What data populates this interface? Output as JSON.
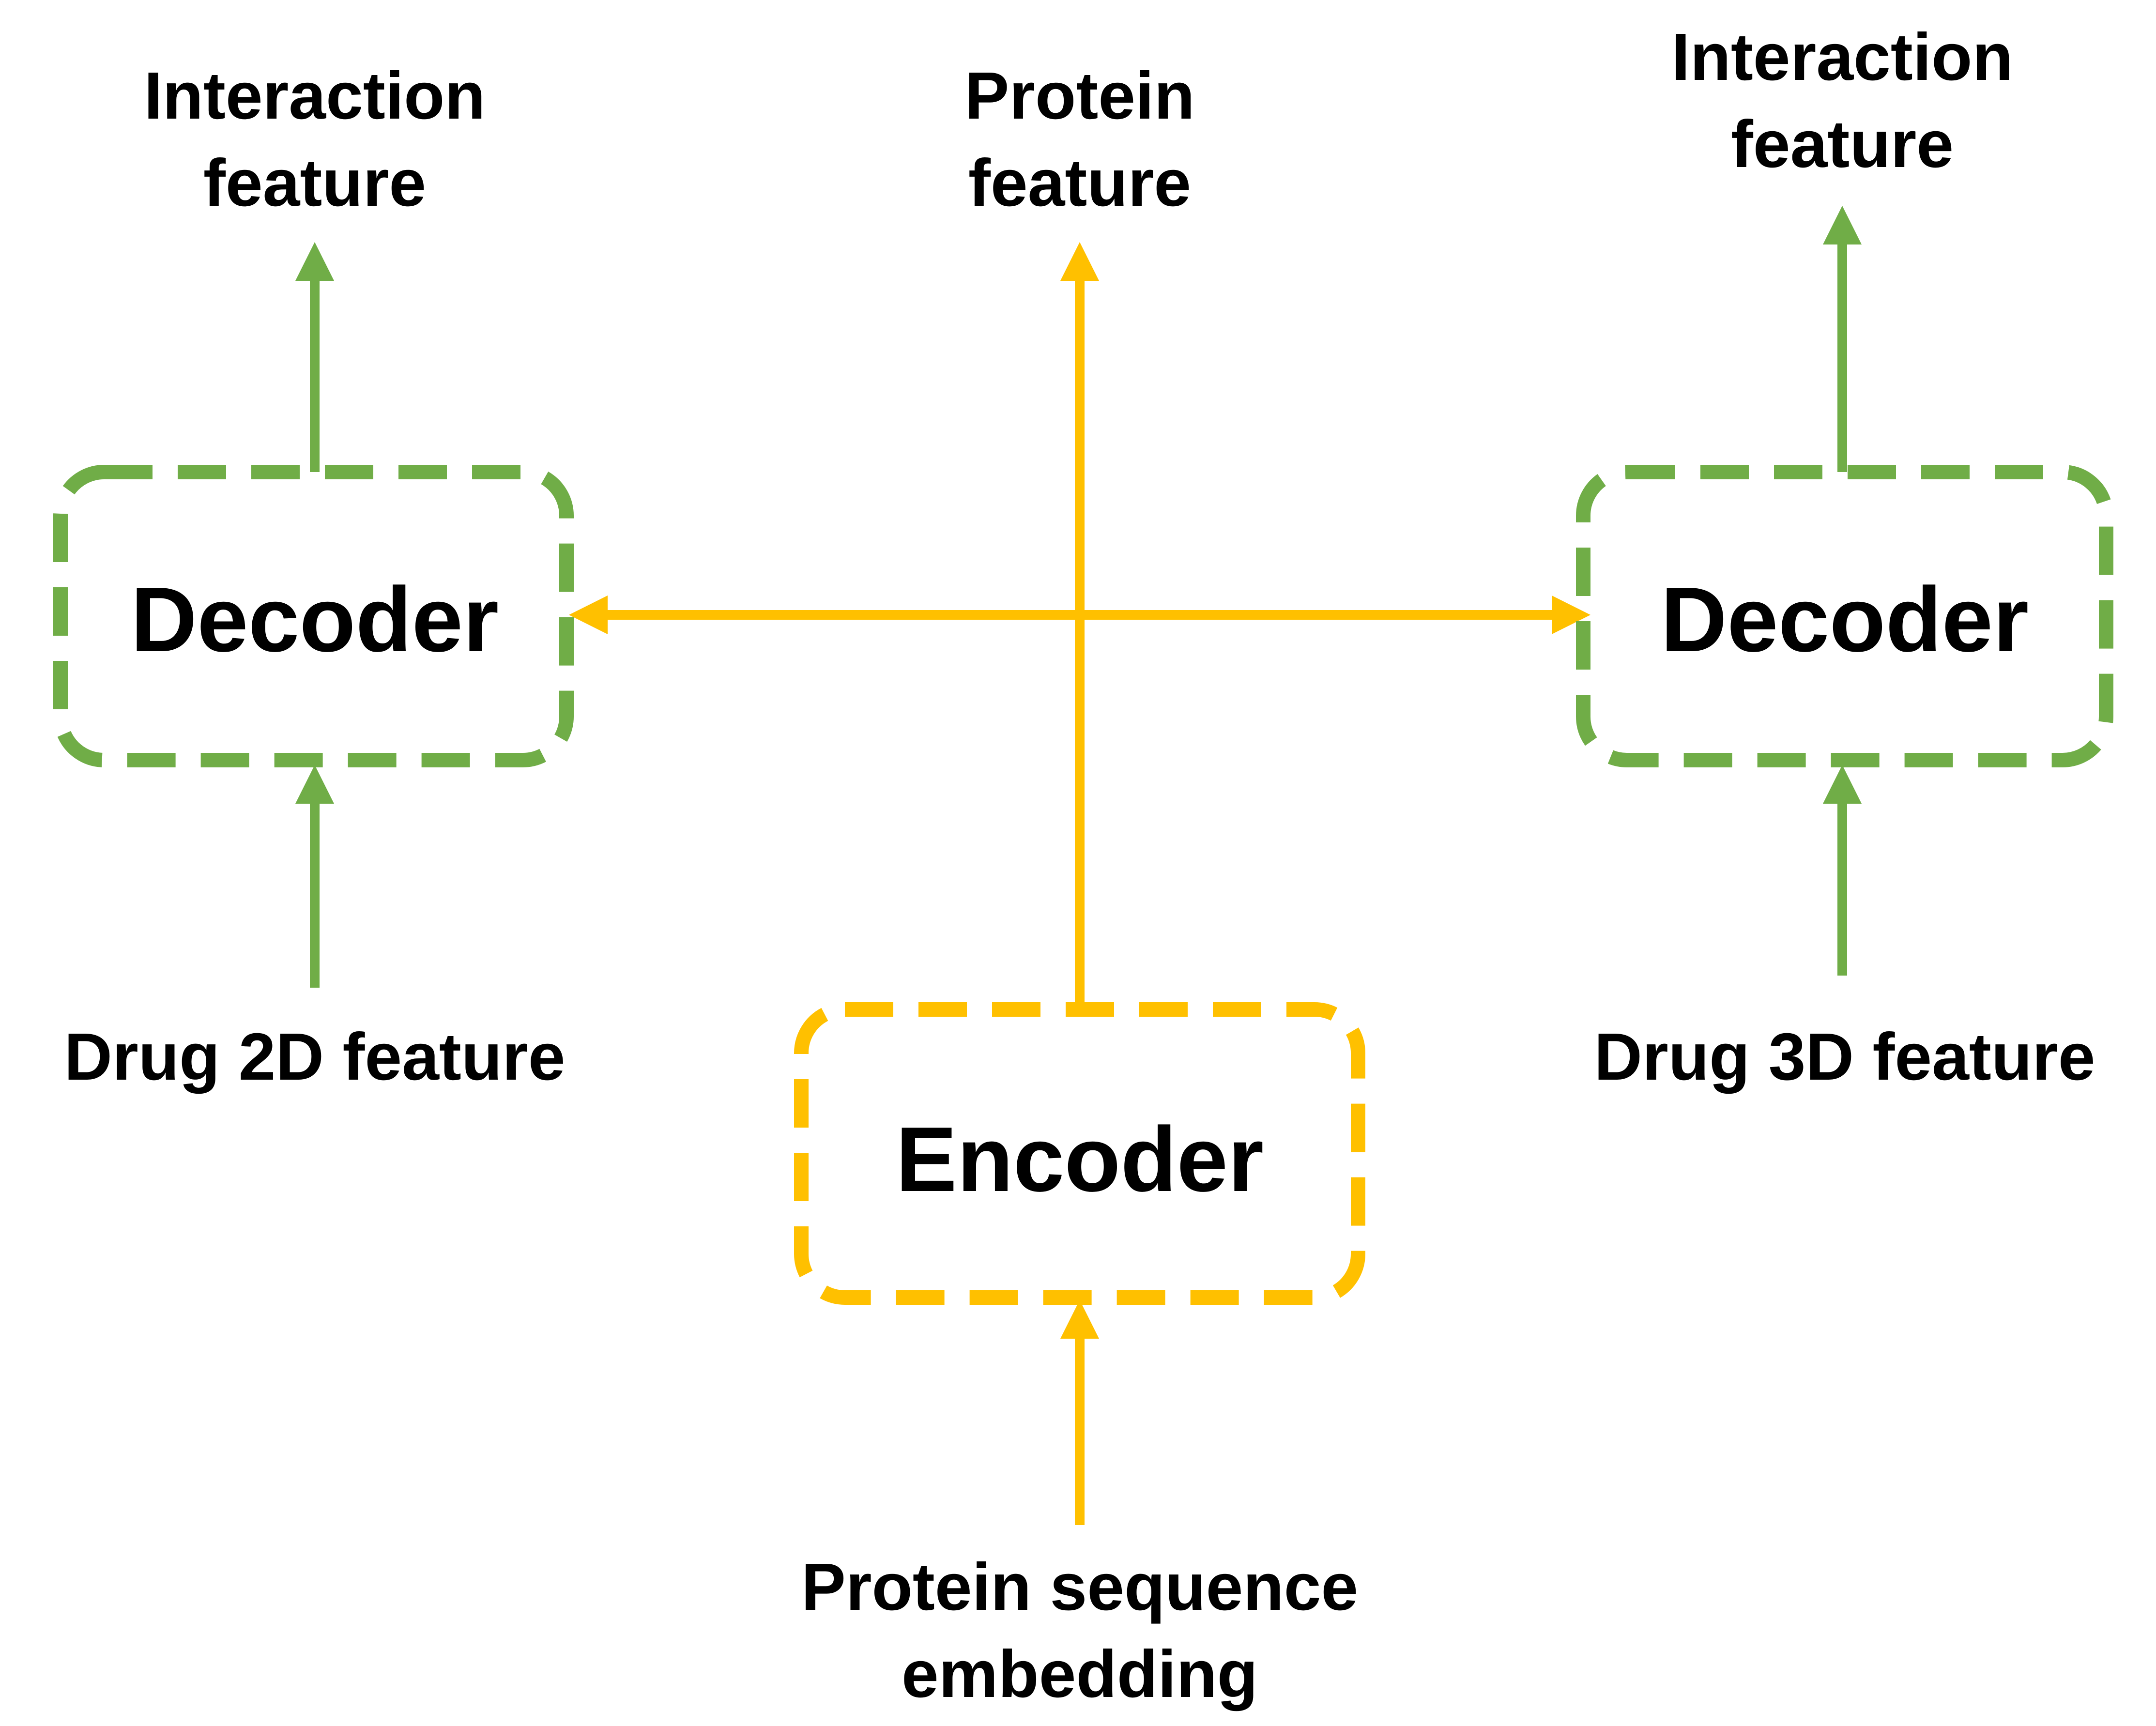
{
  "colors": {
    "decoder": "#70AD47",
    "encoder": "#FFC000",
    "text": "#000000",
    "background": "#FFFFFF"
  },
  "left_decoder": {
    "label": "Decoder",
    "output_label_line1": "Interaction",
    "output_label_line2": "feature",
    "input_label": "Drug 2D feature"
  },
  "right_decoder": {
    "label": "Decoder",
    "output_label_line1": "Interaction",
    "output_label_line2": "feature",
    "input_label": "Drug 3D feature"
  },
  "encoder": {
    "label": "Encoder",
    "output_label_line1": "Protein",
    "output_label_line2": "feature",
    "input_label_line1": "Protein sequence",
    "input_label_line2": "embedding"
  }
}
